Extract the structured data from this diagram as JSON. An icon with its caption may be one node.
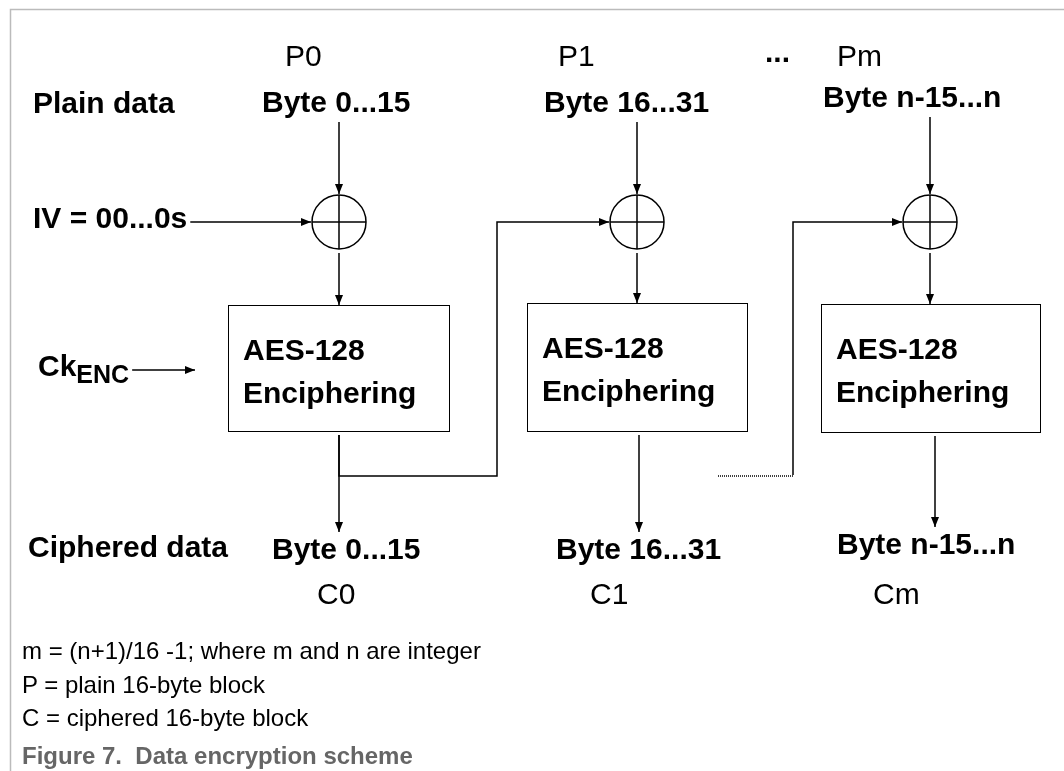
{
  "diagram": {
    "caption": "Figure 7.  Data encryption scheme",
    "nodes": [
      {
        "text": [
          "P0",
          "Byte 0...15"
        ]
      },
      {
        "text": [
          "P1",
          "Byte 16...31"
        ]
      },
      {
        "text": [
          "Pm",
          "Byte n-15...n"
        ]
      },
      {
        "text": [
          "IV = 00...0s"
        ]
      },
      {
        "text": [],
        "shape": "circle"
      },
      {
        "text": [],
        "shape": "circle"
      },
      {
        "text": [],
        "shape": "circle"
      },
      {
        "text": [
          "AES-128 Enciphering"
        ]
      },
      {
        "text": [
          "AES-128 Enciphering"
        ]
      },
      {
        "text": [
          "AES-128 Enciphering"
        ]
      },
      {
        "text": [
          "Byte 0...15",
          "C0"
        ]
      },
      {
        "text": [
          "Byte 16...31",
          "C1"
        ]
      },
      {
        "text": [
          "Byte n-15...n",
          "Cm"
        ]
      },
      {
        "text": [
          "Ck$_{ENC}$"
        ]
      }
    ],
    "edges": [
      {
        "from": 0,
        "to": 4,
        "arrow": "to"
      },
      {
        "from": 3,
        "to": 4,
        "arrow": "to"
      },
      {
        "from": 4,
        "to": 7,
        "arrow": "to"
      },
      {
        "from": 7,
        "to": 10,
        "arrow": "to"
      },
      {
        "from": 7,
        "to": 5,
        "arrow": "to"
      },
      {
        "from": 1,
        "to": 5,
        "arrow": "to"
      },
      {
        "from": 5,
        "to": 8,
        "arrow": "to"
      },
      {
        "from": 8,
        "to": 11,
        "arrow": "to"
      },
      {
        "from": null,
        "to": 6,
        "arrow": "to",
        "style": "dashed"
      },
      {
        "from": 2,
        "to": 6,
        "arrow": "to"
      },
      {
        "from": 6,
        "to": 9,
        "arrow": "to"
      },
      {
        "from": 9,
        "to": 12,
        "arrow": "to"
      },
      {
        "from": 13,
        "to": null,
        "arrow": "to"
      }
    ],
    "labels": [
      "Plain data",
      "...",
      "Ciphered data",
      "m = (n+1)/16 -1; where m and n are integer",
      "P = plain 16-byte block",
      "C = ciphered 16-byte block"
    ]
  }
}
